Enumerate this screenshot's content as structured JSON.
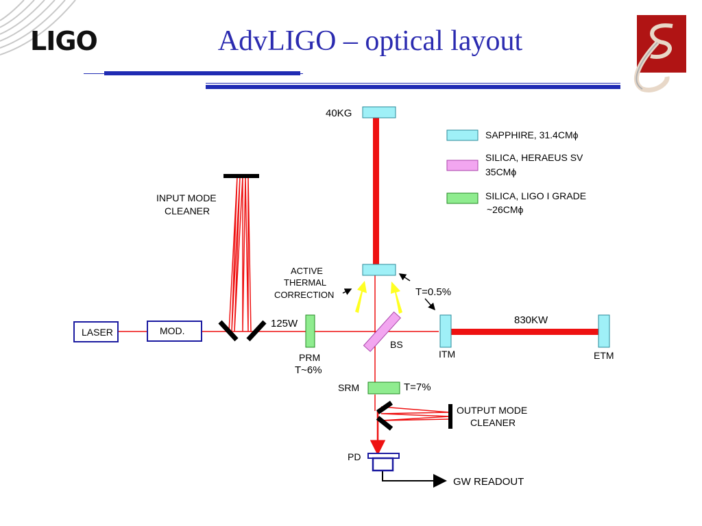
{
  "header": {
    "logo_text": "LIGO",
    "title": "AdvLIGO – optical layout",
    "accent_color": "#1f2bb3",
    "emblem_icon": "caltech-emblem-icon"
  },
  "legend": {
    "items": [
      {
        "line1": "SAPPHIRE, 31.4CMϕ",
        "line2": "",
        "color": "#9ff0f7"
      },
      {
        "line1": "SILICA, HERAEUS SV",
        "line2": "35CMϕ",
        "color": "#f2a6f0"
      },
      {
        "line1": "SILICA, LIGO I GRADE",
        "line2": "~26CMϕ",
        "color": "#8fec8f"
      }
    ]
  },
  "labels": {
    "test_mass_top": "40KG",
    "imc_line1": "INPUT MODE",
    "imc_line2": "CLEANER",
    "atc_line1": "ACTIVE",
    "atc_line2": "THERMAL",
    "atc_line3": "CORRECTION",
    "itm_transmission": "T=0.5%",
    "laser": "LASER",
    "mod": "MOD.",
    "input_power": "125W",
    "arm_power": "830KW",
    "prm": "PRM",
    "prm_transmission": "T~6%",
    "bs": "BS",
    "itm": "ITM",
    "etm": "ETM",
    "srm": "SRM",
    "srm_transmission": "T=7%",
    "omc_line1": "OUTPUT MODE",
    "omc_line2": "CLEANER",
    "pd": "PD",
    "readout": "GW READOUT"
  },
  "colors": {
    "beam": "#ee1111",
    "box_border": "#1a1aa0",
    "sapphire": "#9ff0f7",
    "heraeus": "#f2a6f0",
    "ligo_grade": "#8fec8f",
    "thermal_arrow": "#ffff22"
  }
}
